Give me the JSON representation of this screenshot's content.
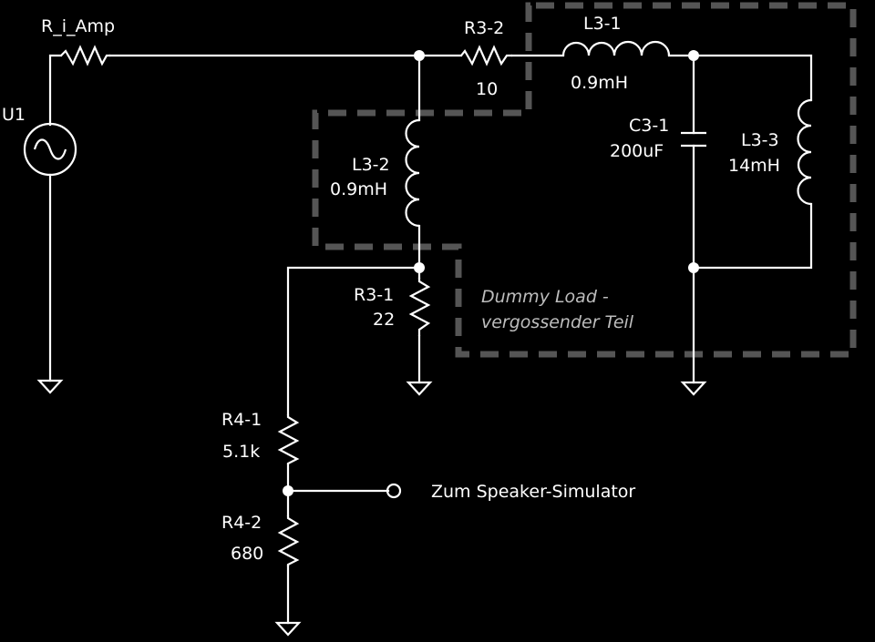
{
  "title": "Dummy Load schematic",
  "colors": {
    "background": "#000000",
    "wire": "#ffffff",
    "boundary": "#555555",
    "note": "#bdbdbd"
  },
  "components": {
    "source": {
      "ref": "U1",
      "type": "ac-voltage-source"
    },
    "r_i_amp": {
      "ref": "R_i_Amp",
      "value": ""
    },
    "r3_2": {
      "ref": "R3-2",
      "value": "10"
    },
    "l3_1": {
      "ref": "L3-1",
      "value": "0.9mH"
    },
    "l3_2": {
      "ref": "L3-2",
      "value": "0.9mH"
    },
    "c3_1": {
      "ref": "C3-1",
      "value": "200uF"
    },
    "l3_3": {
      "ref": "L3-3",
      "value": "14mH"
    },
    "r3_1": {
      "ref": "R3-1",
      "value": "22"
    },
    "r4_1": {
      "ref": "R4-1",
      "value": "5.1k"
    },
    "r4_2": {
      "ref": "R4-2",
      "value": "680"
    }
  },
  "annotation": {
    "line1": "Dummy Load -",
    "line2": "vergossender Teil"
  },
  "output": {
    "label": "Zum Speaker-Simulator"
  }
}
